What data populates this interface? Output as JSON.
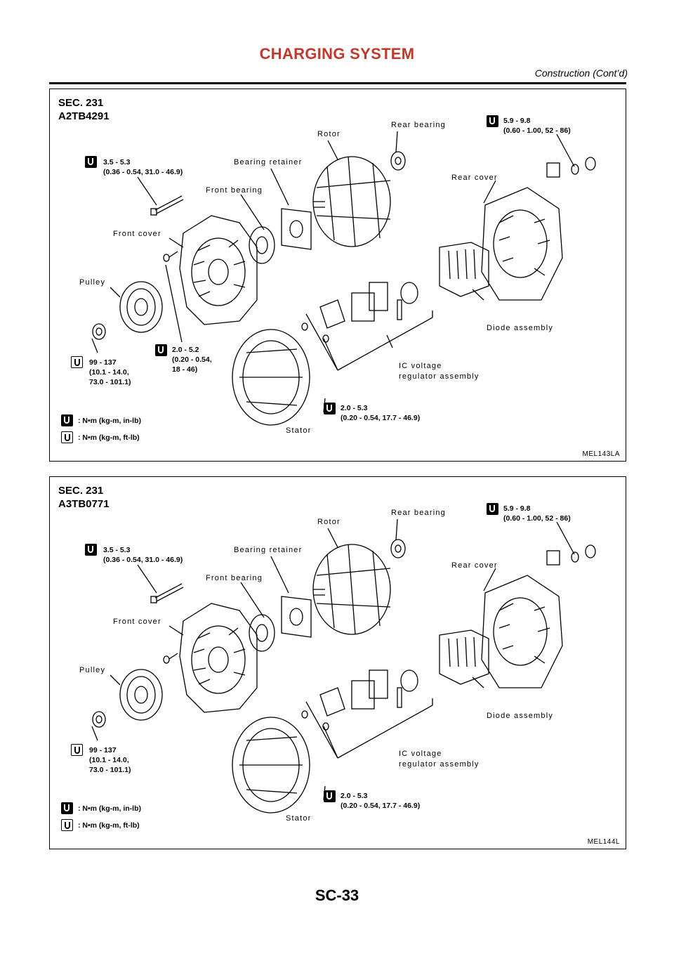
{
  "header": {
    "title": "CHARGING SYSTEM",
    "subtitle": "Construction (Cont’d)"
  },
  "figures": [
    {
      "sec_line1": "SEC. 231",
      "sec_line2": "A2TB4291",
      "labels": {
        "rear_bearing": "Rear bearing",
        "rotor": "Rotor",
        "bearing_retainer": "Bearing retainer",
        "front_bearing": "Front bearing",
        "front_cover": "Front cover",
        "pulley": "Pulley",
        "rear_cover": "Rear cover",
        "diode_assembly": "Diode assembly",
        "ic_regulator_1": "IC voltage",
        "ic_regulator_2": "regulator assembly",
        "stator": "Stator"
      },
      "torque": {
        "rear_nut_1": "5.9 - 9.8",
        "rear_nut_2": "(0.60 - 1.00, 52 - 86)",
        "bolt_1": "3.5 - 5.3",
        "bolt_2": "(0.36 - 0.54, 31.0 - 46.9)",
        "pulley_nut_1": "99  - 137",
        "pulley_nut_2": "(10.1 - 14.0,",
        "pulley_nut_3": "73.0 - 101.1)",
        "screw_1": "2.0 - 5.2",
        "screw_2": "(0.20 - 0.54,",
        "screw_3": "18 - 46)",
        "regulator_screw_1": "2.0 - 5.3",
        "regulator_screw_2": "(0.20 - 0.54, 17.7 - 46.9)"
      },
      "legend": {
        "in_lb": ": N•m (kg-m, in-lb)",
        "ft_lb": ": N•m (kg-m, ft-lb)"
      },
      "code": "MEL143LA"
    },
    {
      "sec_line1": "SEC. 231",
      "sec_line2": "A3TB0771",
      "labels": {
        "rear_bearing": "Rear bearing",
        "rotor": "Rotor",
        "bearing_retainer": "Bearing retainer",
        "front_bearing": "Front bearing",
        "front_cover": "Front cover",
        "pulley": "Pulley",
        "rear_cover": "Rear cover",
        "diode_assembly": "Diode assembly",
        "ic_regulator_1": "IC voltage",
        "ic_regulator_2": "regulator assembly",
        "stator": "Stator"
      },
      "torque": {
        "rear_nut_1": "5.9 - 9.8",
        "rear_nut_2": "(0.60 - 1.00, 52 - 86)",
        "bolt_1": "3.5 - 5.3",
        "bolt_2": "(0.36 - 0.54, 31.0 - 46.9)",
        "pulley_nut_1": "99 - 137",
        "pulley_nut_2": "(10.1 - 14.0,",
        "pulley_nut_3": "73.0 - 101.1)",
        "regulator_screw_1": "2.0 - 5.3",
        "regulator_screw_2": "(0.20 - 0.54, 17.7 - 46.9)"
      },
      "legend": {
        "in_lb": ": N•m (kg-m, in-lb)",
        "ft_lb": ": N•m (kg-m, ft-lb)"
      },
      "code": "MEL144L"
    }
  ],
  "page_number": "SC-33"
}
